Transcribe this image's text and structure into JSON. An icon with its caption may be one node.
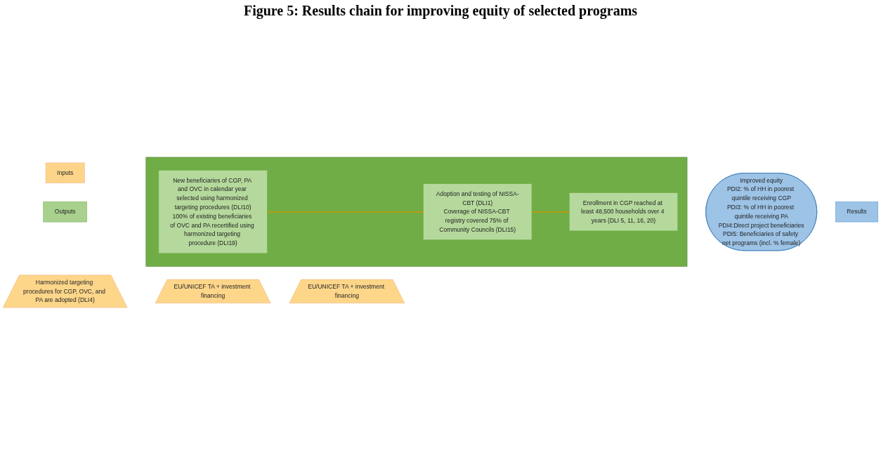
{
  "diagram": {
    "title": "Figure 5: Results chain for improving equity of selected programs",
    "nodes": [
      {
        "text": [
          "Inputs"
        ]
      },
      {
        "text": [
          "Harmonized targeting procedures for CGP, OVC, and PA are adopted (DLI4)"
        ]
      },
      {
        "text": [
          "EU/UNICEF TA + investment financing"
        ]
      },
      {
        "text": [
          "EU/UNICEF TA + investment financing"
        ]
      },
      {
        "text": [
          "Outputs"
        ]
      },
      {
        "text": [],
        "shape": "arrow"
      },
      {
        "text": [
          "New beneficiaries of CGP, PA and OVC in calendar year selected using harmonized targeting procedures (DLI10)",
          "100% of existing beneficiaries of OVC and PA recertified using harmonized targeting procedure (DLI19)"
        ],
        "in": 5
      },
      {
        "text": [
          "Adoption and testing of NISSA-CBT (DLI1)",
          "Coverage of NISSA-CBT registry covered 75% of Community Councils (DLI15)"
        ],
        "in": 5
      },
      {
        "text": [
          "Enrollment in CGP reached at least 48,500 households over 4 years (DLI 5, 11, 16, 20)"
        ],
        "in": 5
      },
      {
        "text": [
          "Results"
        ]
      },
      {
        "text": [
          "Improved equity",
          "PDI2: % of HH in poorest quintile receiving CGP",
          "PDI3: % of HH in poorest quintile receiving PA",
          "PDI4:Direct project beneficiaries",
          "PDI5: Beneficiaries of safety net programs (incl. % female)"
        ]
      }
    ],
    "edges": [
      {
        "from": 6,
        "to": 7,
        "arrow": "to"
      },
      {
        "from": 7,
        "to": 8,
        "arrow": "to"
      }
    ]
  }
}
